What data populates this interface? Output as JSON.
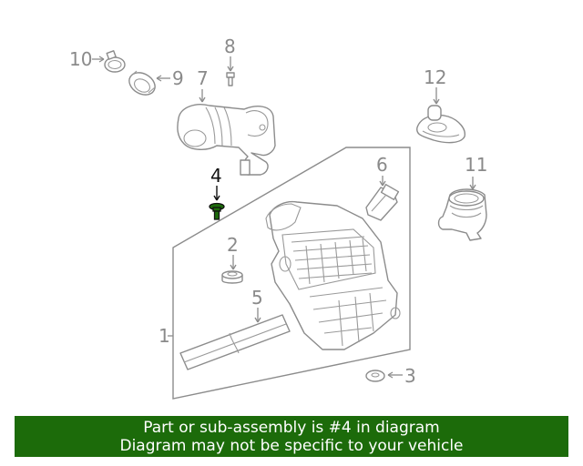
{
  "diagram": {
    "callouts": [
      {
        "id": "c1",
        "text": "1"
      },
      {
        "id": "c2",
        "text": "2"
      },
      {
        "id": "c3",
        "text": "3"
      },
      {
        "id": "c4",
        "text": "4",
        "highlighted": true
      },
      {
        "id": "c5",
        "text": "5"
      },
      {
        "id": "c6",
        "text": "6"
      },
      {
        "id": "c7",
        "text": "7"
      },
      {
        "id": "c8",
        "text": "8"
      },
      {
        "id": "c9",
        "text": "9"
      },
      {
        "id": "c10",
        "text": "10"
      },
      {
        "id": "c11",
        "text": "11"
      },
      {
        "id": "c12",
        "text": "12"
      }
    ],
    "highlight_color": "#1c6b0a"
  },
  "banner": {
    "line1": "Part or sub-assembly is #4 in diagram",
    "line2": "Diagram may not be specific to your vehicle",
    "background": "#1c6b0a"
  }
}
